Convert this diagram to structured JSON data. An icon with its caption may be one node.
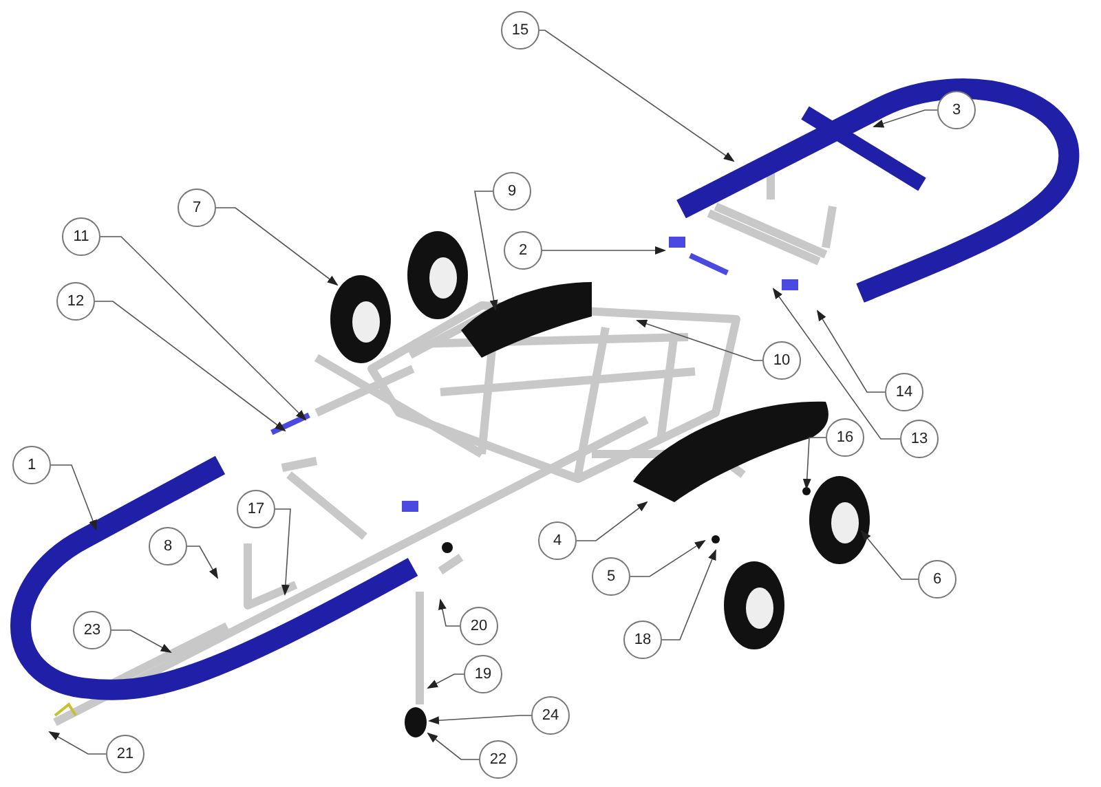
{
  "diagram": {
    "nodes": [
      {
        "text": [
          "15"
        ]
      },
      {
        "text": [
          "3"
        ]
      },
      {
        "text": [
          "7"
        ]
      },
      {
        "text": [
          "9"
        ]
      },
      {
        "text": [
          "2"
        ]
      },
      {
        "text": [
          "11"
        ]
      },
      {
        "text": [
          "12"
        ]
      },
      {
        "text": [
          "10"
        ]
      },
      {
        "text": [
          "14"
        ]
      },
      {
        "text": [
          "13"
        ]
      },
      {
        "text": [
          "1"
        ]
      },
      {
        "text": [
          "16"
        ]
      },
      {
        "text": [
          "17"
        ]
      },
      {
        "text": [
          "4"
        ]
      },
      {
        "text": [
          "8"
        ]
      },
      {
        "text": [
          "5"
        ]
      },
      {
        "text": [
          "6"
        ]
      },
      {
        "text": [
          "20"
        ]
      },
      {
        "text": [
          "18"
        ]
      },
      {
        "text": [
          "23"
        ]
      },
      {
        "text": [
          "19"
        ]
      },
      {
        "text": [
          "24"
        ]
      },
      {
        "text": [
          "22"
        ]
      },
      {
        "text": [
          "21"
        ]
      }
    ],
    "edges": [
      {
        "from": 0,
        "to": null,
        "arrow": "to"
      },
      {
        "from": 1,
        "to": null,
        "arrow": "to"
      },
      {
        "from": 2,
        "to": null,
        "arrow": "to"
      },
      {
        "from": 3,
        "to": null,
        "arrow": "to"
      },
      {
        "from": 4,
        "to": null,
        "arrow": "to"
      },
      {
        "from": 5,
        "to": null,
        "arrow": "to"
      },
      {
        "from": 6,
        "to": null,
        "arrow": "to"
      },
      {
        "from": 7,
        "to": null,
        "arrow": "to"
      },
      {
        "from": 8,
        "to": null,
        "arrow": "to"
      },
      {
        "from": 9,
        "to": null,
        "arrow": "to"
      },
      {
        "from": 10,
        "to": null,
        "arrow": "to"
      },
      {
        "from": 11,
        "to": null,
        "arrow": "to"
      },
      {
        "from": 12,
        "to": null,
        "arrow": "to"
      },
      {
        "from": 13,
        "to": null,
        "arrow": "to"
      },
      {
        "from": 14,
        "to": null,
        "arrow": "to"
      },
      {
        "from": 15,
        "to": null,
        "arrow": "to"
      },
      {
        "from": 16,
        "to": null,
        "arrow": "to"
      },
      {
        "from": 17,
        "to": null,
        "arrow": "to"
      },
      {
        "from": 18,
        "to": null,
        "arrow": "to"
      },
      {
        "from": 19,
        "to": null,
        "arrow": "to"
      },
      {
        "from": 20,
        "to": null,
        "arrow": "to"
      },
      {
        "from": 21,
        "to": null,
        "arrow": "to"
      },
      {
        "from": 22,
        "to": null,
        "arrow": "to"
      },
      {
        "from": 23,
        "to": null,
        "arrow": "to"
      }
    ]
  }
}
